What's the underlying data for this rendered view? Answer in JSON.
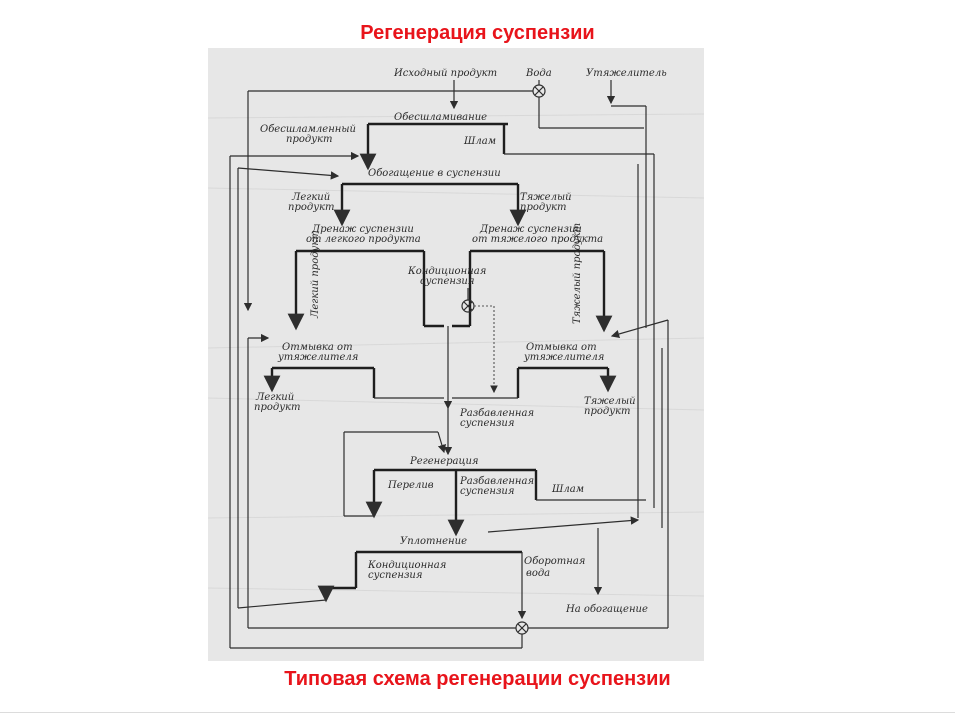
{
  "slide": {
    "title": "Регенерация суспензии",
    "caption": "Типовая схема регенерации суспензии"
  },
  "diagram": {
    "nodes": {
      "source": "Исходный продукт",
      "water": "Вода",
      "weighting": "Утяжелитель",
      "desliming": "Обесшламивание",
      "deslimed_product_1": "Обесшламленный",
      "deslimed_product_2": "продукт",
      "slime_top": "Шлам",
      "enrichment": "Обогащение в суспензии",
      "light_product_1a": "Легкий",
      "light_product_1b": "продукт",
      "heavy_product_1a": "Тяжелый",
      "heavy_product_1b": "продукт",
      "drain_light_1": "Дренаж суспензии",
      "drain_light_2": "от легкого продукта",
      "drain_heavy_1": "Дренаж суспензии",
      "drain_heavy_2": "от тяжелого продукта",
      "conditioned_1": "Кондиционная",
      "conditioned_2": "суспензия",
      "light_vertical": "Легкий продукт",
      "heavy_vertical": "Тяжелый продукт",
      "wash_light_1": "Отмывка от",
      "wash_light_2": "утяжелителя",
      "wash_heavy_1": "Отмывка от",
      "wash_heavy_2": "утяжелителя",
      "light_out_1": "Легкий",
      "light_out_2": "продукт",
      "heavy_out_1": "Тяжелый",
      "heavy_out_2": "продукт",
      "diluted_1": "Разбавленная",
      "diluted_2": "суспензия",
      "regeneration": "Регенерация",
      "overflow": "Перелив",
      "diluted_b_1": "Разбавленная",
      "diluted_b_2": "суспензия",
      "slime_bottom": "Шлам",
      "thickening": "Уплотнение",
      "conditioned_b_1": "Кондиционная",
      "conditioned_b_2": "суспензия",
      "recycled_1": "Оборотная",
      "recycled_2": "вода",
      "to_enrichment": "На обогащение"
    }
  }
}
